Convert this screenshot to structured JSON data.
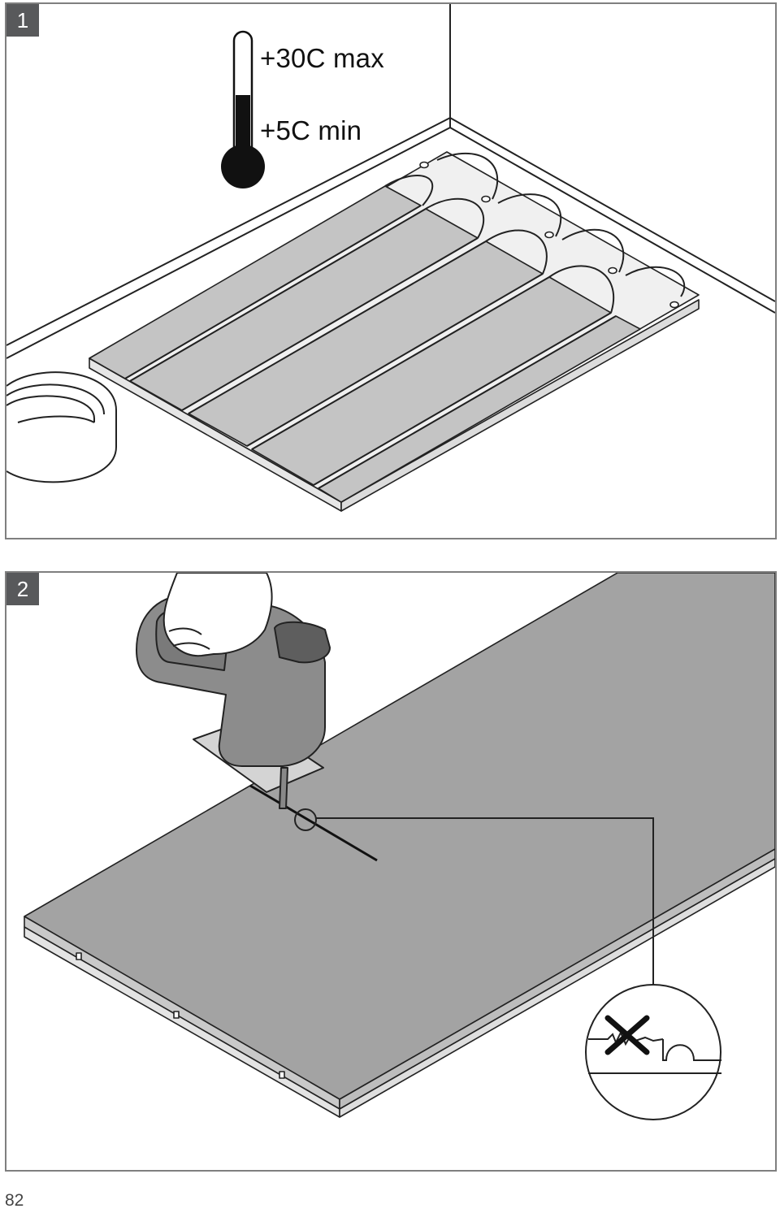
{
  "page": {
    "number": "82"
  },
  "step1": {
    "badge": "1",
    "temperature": {
      "max_label": "+30C max",
      "min_label": "+5C min"
    }
  },
  "step2": {
    "badge": "2"
  },
  "colors": {
    "badge_bg": "#58595b",
    "board_gray": "#c4c4c4",
    "panel_gray": "#a3a3a3",
    "frame": "#7f7f7f"
  }
}
